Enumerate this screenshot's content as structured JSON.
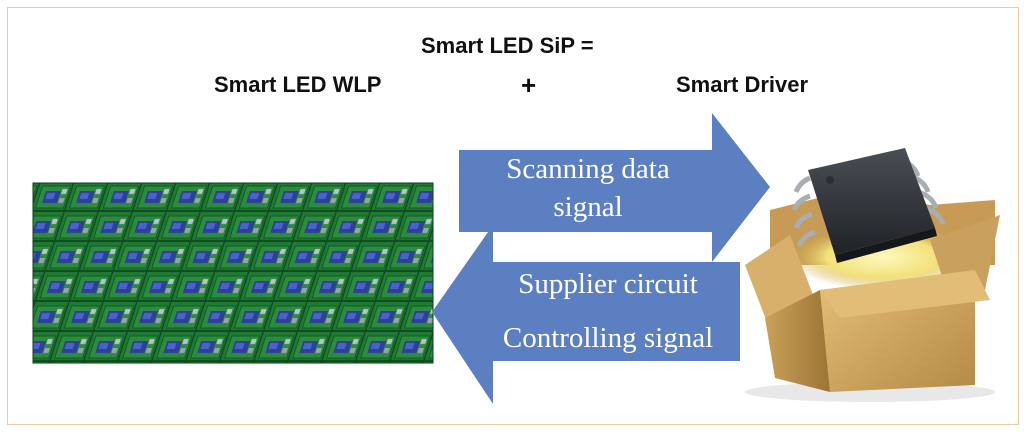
{
  "heading": {
    "main": "Smart LED SiP =",
    "left": "Smart LED WLP",
    "plus": "+",
    "right": "Smart Driver"
  },
  "arrows": {
    "forward": {
      "line1": "Scanning data",
      "line2": "signal",
      "color": "#5b7fc0"
    },
    "backward": {
      "line1": "Supplier circuit",
      "line2": "Controlling signal",
      "color": "#5b7fc0"
    }
  },
  "images": {
    "led_array": "led-wafer-array-image",
    "driver_box": "chip-in-box-image"
  },
  "colors": {
    "frame": "#f1c9a6",
    "pcb": "#1f7a34",
    "box": "#d4a964",
    "chip": "#2f3338"
  }
}
